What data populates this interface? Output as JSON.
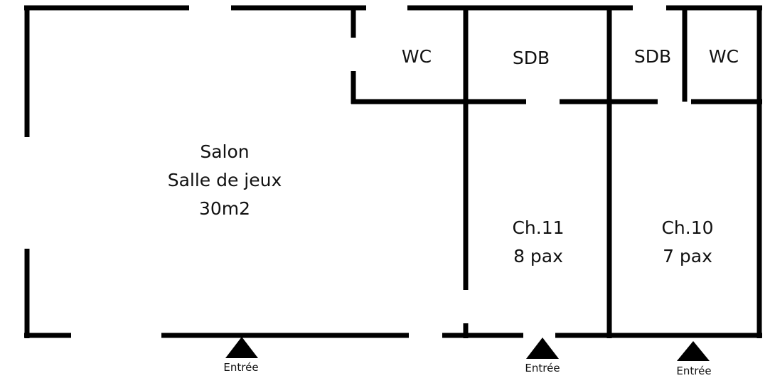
{
  "rooms": {
    "salon": {
      "line1": "Salon",
      "line2": "Salle de jeux",
      "line3": "30m2"
    },
    "wc_left": {
      "label": "WC"
    },
    "sdb_left": {
      "label": "SDB"
    },
    "sdb_right": {
      "label": "SDB"
    },
    "wc_right": {
      "label": "WC"
    },
    "ch11": {
      "name": "Ch.11",
      "capacity": "8 pax"
    },
    "ch10": {
      "name": "Ch.10",
      "capacity": "7 pax"
    }
  },
  "entrances": [
    {
      "label": "Entrée"
    },
    {
      "label": "Entrée"
    },
    {
      "label": "Entrée"
    }
  ],
  "colors": {
    "wall": "#000000",
    "text": "#111111",
    "background": "#ffffff"
  }
}
